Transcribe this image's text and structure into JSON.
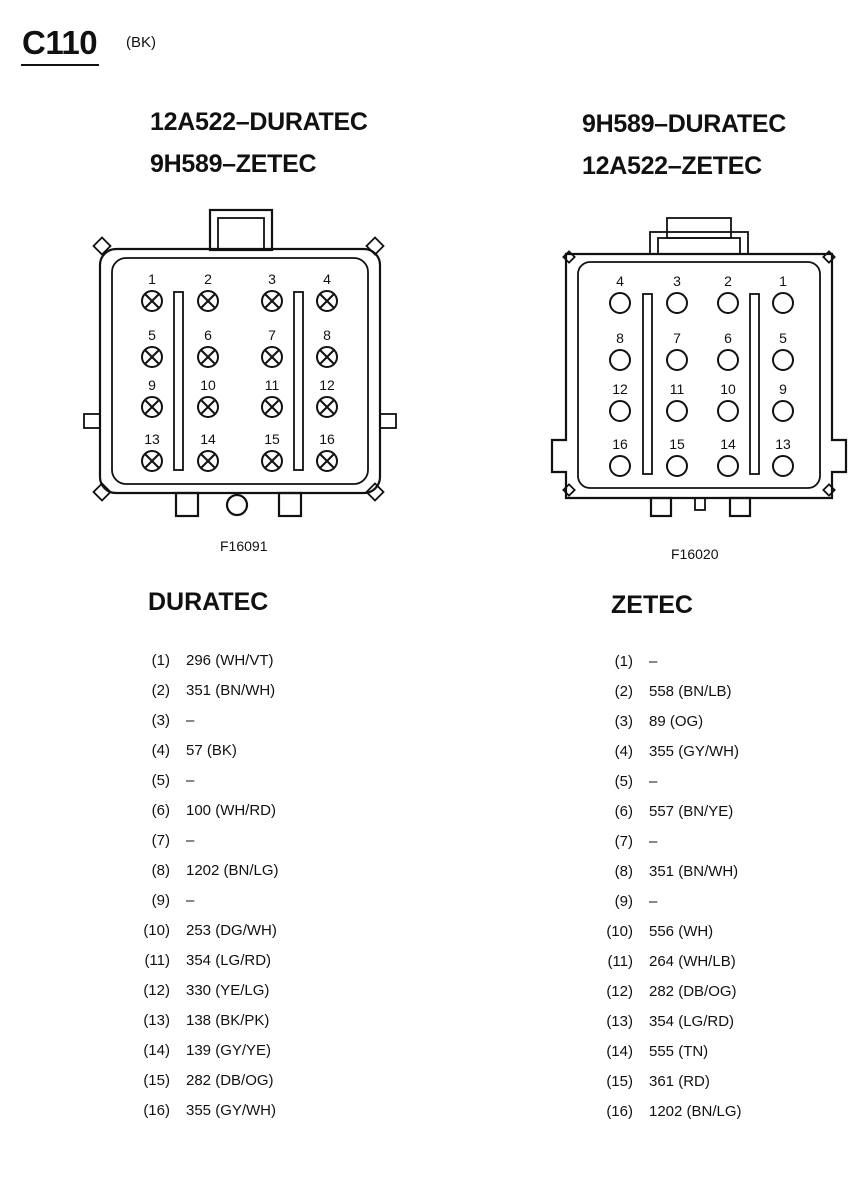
{
  "connector": {
    "id": "C110",
    "color": "(BK)"
  },
  "left_view": {
    "part_lines": [
      "12A522–DURATEC",
      "9H589–ZETEC"
    ],
    "figure_ref": "F16091",
    "pin_rows": [
      [
        1,
        2,
        3,
        4
      ],
      [
        5,
        6,
        7,
        8
      ],
      [
        9,
        10,
        11,
        12
      ],
      [
        13,
        14,
        15,
        16
      ]
    ]
  },
  "right_view": {
    "part_lines": [
      "9H589–DURATEC",
      "12A522–ZETEC"
    ],
    "figure_ref": "F16020",
    "pin_rows": [
      [
        4,
        3,
        2,
        1
      ],
      [
        8,
        7,
        6,
        5
      ],
      [
        12,
        11,
        10,
        9
      ],
      [
        16,
        15,
        14,
        13
      ]
    ]
  },
  "duratec": {
    "heading": "DURATEC",
    "pins": [
      {
        "num": "(1)",
        "wire": "296 (WH/VT)"
      },
      {
        "num": "(2)",
        "wire": "351 (BN/WH)"
      },
      {
        "num": "(3)",
        "wire": "–"
      },
      {
        "num": "(4)",
        "wire": "57 (BK)"
      },
      {
        "num": "(5)",
        "wire": "–"
      },
      {
        "num": "(6)",
        "wire": "100 (WH/RD)"
      },
      {
        "num": "(7)",
        "wire": "–"
      },
      {
        "num": "(8)",
        "wire": "1202 (BN/LG)"
      },
      {
        "num": "(9)",
        "wire": "–"
      },
      {
        "num": "(10)",
        "wire": "253 (DG/WH)"
      },
      {
        "num": "(11)",
        "wire": "354 (LG/RD)"
      },
      {
        "num": "(12)",
        "wire": "330 (YE/LG)"
      },
      {
        "num": "(13)",
        "wire": "138 (BK/PK)"
      },
      {
        "num": "(14)",
        "wire": "139 (GY/YE)"
      },
      {
        "num": "(15)",
        "wire": "282 (DB/OG)"
      },
      {
        "num": "(16)",
        "wire": "355 (GY/WH)"
      }
    ]
  },
  "zetec": {
    "heading": "ZETEC",
    "pins": [
      {
        "num": "(1)",
        "wire": "–"
      },
      {
        "num": "(2)",
        "wire": "558 (BN/LB)"
      },
      {
        "num": "(3)",
        "wire": "89 (OG)"
      },
      {
        "num": "(4)",
        "wire": "355 (GY/WH)"
      },
      {
        "num": "(5)",
        "wire": "–"
      },
      {
        "num": "(6)",
        "wire": "557 (BN/YE)"
      },
      {
        "num": "(7)",
        "wire": "–"
      },
      {
        "num": "(8)",
        "wire": "351 (BN/WH)"
      },
      {
        "num": "(9)",
        "wire": "–"
      },
      {
        "num": "(10)",
        "wire": "556 (WH)"
      },
      {
        "num": "(11)",
        "wire": "264 (WH/LB)"
      },
      {
        "num": "(12)",
        "wire": "282 (DB/OG)"
      },
      {
        "num": "(13)",
        "wire": "354 (LG/RD)"
      },
      {
        "num": "(14)",
        "wire": "555 (TN)"
      },
      {
        "num": "(15)",
        "wire": "361 (RD)"
      },
      {
        "num": "(16)",
        "wire": "1202 (BN/LG)"
      }
    ]
  }
}
